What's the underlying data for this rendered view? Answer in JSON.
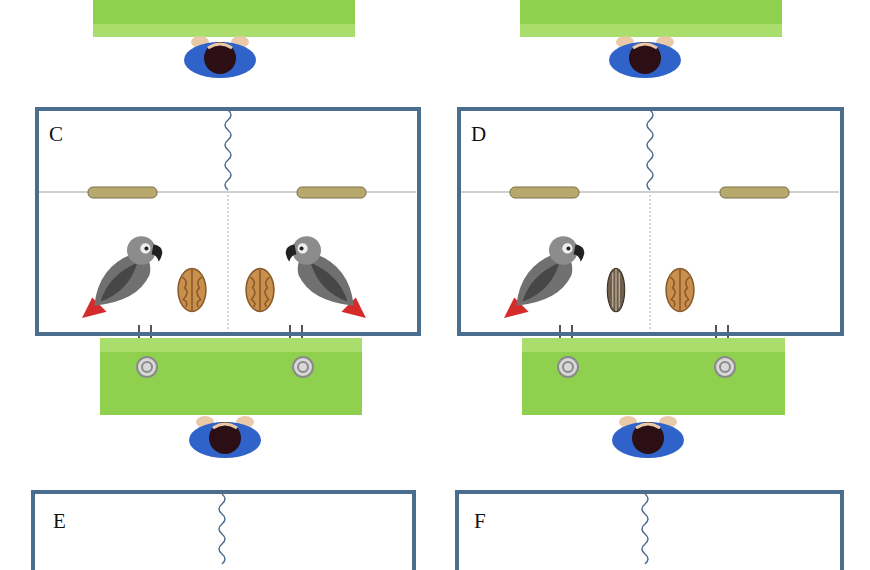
{
  "diagram": {
    "nodes": [
      {
        "text": [
          "C"
        ]
      },
      {
        "text": [
          "D"
        ]
      },
      {
        "text": [
          "E"
        ]
      },
      {
        "text": [
          "F"
        ]
      }
    ]
  }
}
